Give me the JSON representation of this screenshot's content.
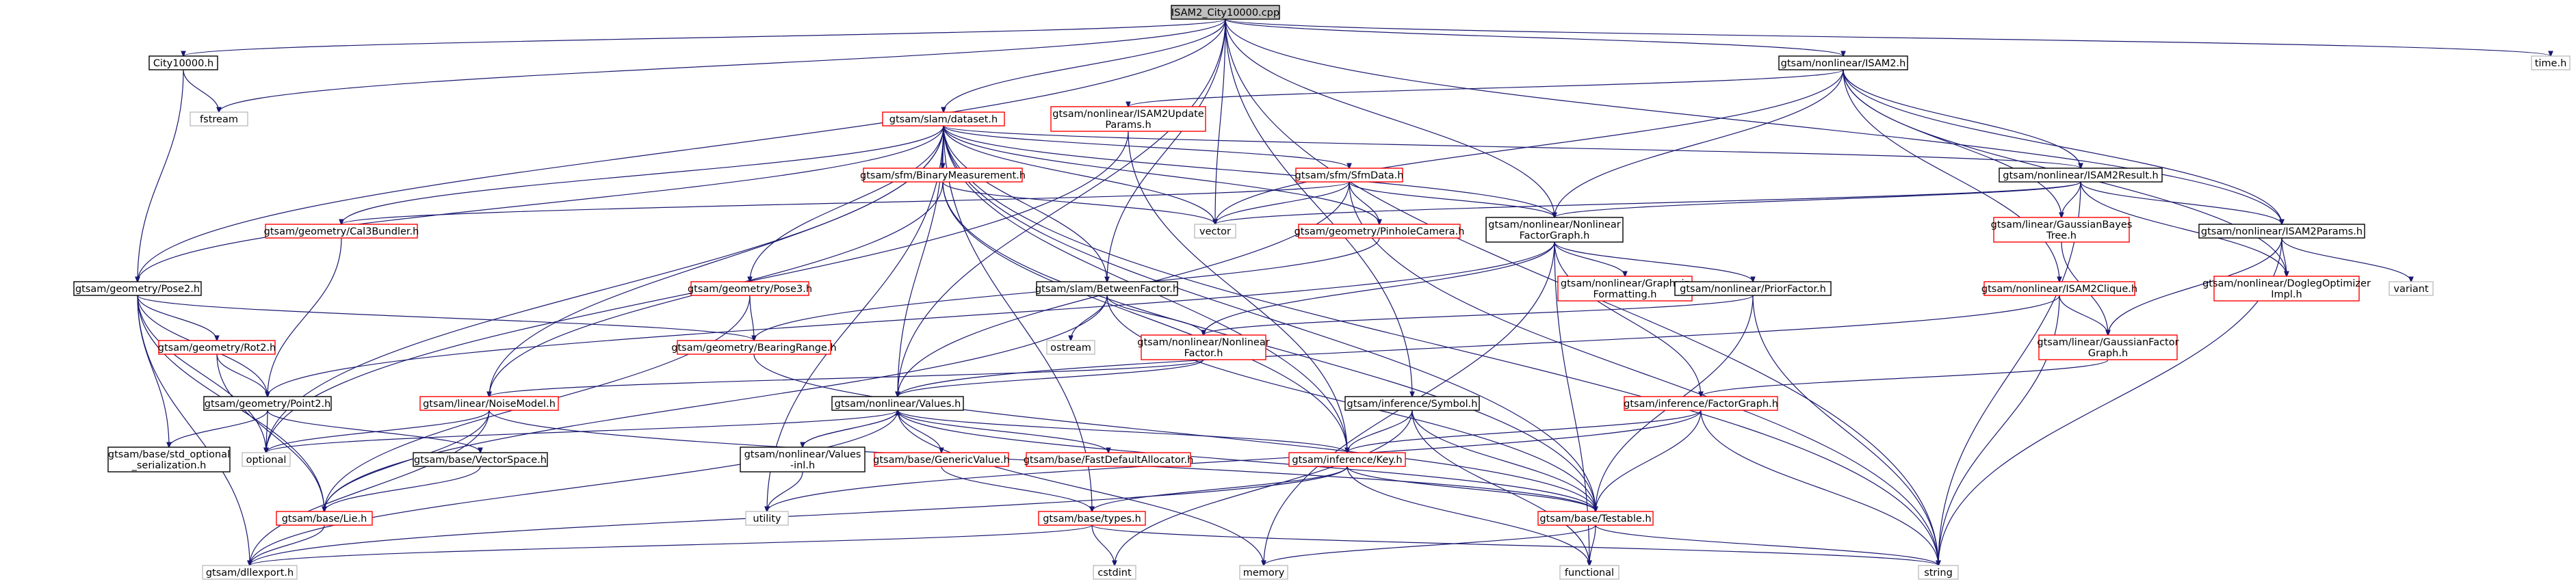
{
  "colors": {
    "edge": "#191970",
    "focus_fill": "#bfbfbf",
    "focus_border": "#000000",
    "documented_border": "#000000",
    "undocumented_border": "#bfbfbf",
    "red_border": "#ff0000",
    "node_fill": "#ffffff"
  },
  "nodes": [
    {
      "id": "root",
      "lines": [
        "ISAM2_City10000.cpp"
      ],
      "style": "focus"
    },
    {
      "id": "city",
      "lines": [
        "City10000.h"
      ],
      "style": "doc"
    },
    {
      "id": "fstream",
      "lines": [
        "fstream"
      ],
      "style": "plain"
    },
    {
      "id": "dataset",
      "lines": [
        "gtsam/slam/dataset.h"
      ],
      "style": "red"
    },
    {
      "id": "isam2",
      "lines": [
        "gtsam/nonlinear/ISAM2.h"
      ],
      "style": "doc"
    },
    {
      "id": "timeh",
      "lines": [
        "time.h"
      ],
      "style": "plain"
    },
    {
      "id": "updparams",
      "lines": [
        "gtsam/nonlinear/ISAM2Update",
        "Params.h"
      ],
      "style": "red"
    },
    {
      "id": "binmeas",
      "lines": [
        "gtsam/sfm/BinaryMeasurement.h"
      ],
      "style": "red"
    },
    {
      "id": "sfmdata",
      "lines": [
        "gtsam/sfm/SfmData.h"
      ],
      "style": "red"
    },
    {
      "id": "isam2result",
      "lines": [
        "gtsam/nonlinear/ISAM2Result.h"
      ],
      "style": "doc"
    },
    {
      "id": "cal3",
      "lines": [
        "gtsam/geometry/Cal3Bundler.h"
      ],
      "style": "red"
    },
    {
      "id": "vector",
      "lines": [
        "vector"
      ],
      "style": "plain"
    },
    {
      "id": "pinhole",
      "lines": [
        "gtsam/geometry/PinholeCamera.h"
      ],
      "style": "red"
    },
    {
      "id": "nfg",
      "lines": [
        "gtsam/nonlinear/Nonlinear",
        "FactorGraph.h"
      ],
      "style": "doc"
    },
    {
      "id": "gbt",
      "lines": [
        "gtsam/linear/GaussianBayes",
        "Tree.h"
      ],
      "style": "red"
    },
    {
      "id": "isam2params",
      "lines": [
        "gtsam/nonlinear/ISAM2Params.h"
      ],
      "style": "doc"
    },
    {
      "id": "pose2",
      "lines": [
        "gtsam/geometry/Pose2.h"
      ],
      "style": "doc"
    },
    {
      "id": "pose3",
      "lines": [
        "gtsam/geometry/Pose3.h"
      ],
      "style": "red"
    },
    {
      "id": "between",
      "lines": [
        "gtsam/slam/BetweenFactor.h"
      ],
      "style": "doc"
    },
    {
      "id": "graphviz",
      "lines": [
        "gtsam/nonlinear/Graphviz",
        "Formatting.h"
      ],
      "style": "red"
    },
    {
      "id": "prior",
      "lines": [
        "gtsam/nonlinear/PriorFactor.h"
      ],
      "style": "doc"
    },
    {
      "id": "isam2clique",
      "lines": [
        "gtsam/nonlinear/ISAM2Clique.h"
      ],
      "style": "red"
    },
    {
      "id": "dogleg",
      "lines": [
        "gtsam/nonlinear/DoglegOptimizer",
        "Impl.h"
      ],
      "style": "red"
    },
    {
      "id": "variant",
      "lines": [
        "variant"
      ],
      "style": "plain"
    },
    {
      "id": "rot2",
      "lines": [
        "gtsam/geometry/Rot2.h"
      ],
      "style": "red"
    },
    {
      "id": "bearing",
      "lines": [
        "gtsam/geometry/BearingRange.h"
      ],
      "style": "red"
    },
    {
      "id": "ostream",
      "lines": [
        "ostream"
      ],
      "style": "plain"
    },
    {
      "id": "nlfactor",
      "lines": [
        "gtsam/nonlinear/Nonlinear",
        "Factor.h"
      ],
      "style": "red"
    },
    {
      "id": "gfg",
      "lines": [
        "gtsam/linear/GaussianFactor",
        "Graph.h"
      ],
      "style": "red"
    },
    {
      "id": "point2",
      "lines": [
        "gtsam/geometry/Point2.h"
      ],
      "style": "doc"
    },
    {
      "id": "noisemodel",
      "lines": [
        "gtsam/linear/NoiseModel.h"
      ],
      "style": "red"
    },
    {
      "id": "values",
      "lines": [
        "gtsam/nonlinear/Values.h"
      ],
      "style": "doc"
    },
    {
      "id": "symbol",
      "lines": [
        "gtsam/inference/Symbol.h"
      ],
      "style": "doc"
    },
    {
      "id": "factorgraph",
      "lines": [
        "gtsam/inference/FactorGraph.h"
      ],
      "style": "red"
    },
    {
      "id": "stdopt",
      "lines": [
        "gtsam/base/std_optional",
        "_serialization.h"
      ],
      "style": "doc"
    },
    {
      "id": "optional",
      "lines": [
        "optional"
      ],
      "style": "plain"
    },
    {
      "id": "vectorspace",
      "lines": [
        "gtsam/base/VectorSpace.h"
      ],
      "style": "doc"
    },
    {
      "id": "valuesinl",
      "lines": [
        "gtsam/nonlinear/Values",
        "-inl.h"
      ],
      "style": "doc"
    },
    {
      "id": "genval",
      "lines": [
        "gtsam/base/GenericValue.h"
      ],
      "style": "red"
    },
    {
      "id": "fastalloc",
      "lines": [
        "gtsam/base/FastDefaultAllocator.h"
      ],
      "style": "red"
    },
    {
      "id": "key",
      "lines": [
        "gtsam/inference/Key.h"
      ],
      "style": "red"
    },
    {
      "id": "lie",
      "lines": [
        "gtsam/base/Lie.h"
      ],
      "style": "red"
    },
    {
      "id": "utility",
      "lines": [
        "utility"
      ],
      "style": "plain"
    },
    {
      "id": "types",
      "lines": [
        "gtsam/base/types.h"
      ],
      "style": "red"
    },
    {
      "id": "testable",
      "lines": [
        "gtsam/base/Testable.h"
      ],
      "style": "red"
    },
    {
      "id": "dllexport",
      "lines": [
        "gtsam/dllexport.h"
      ],
      "style": "plain"
    },
    {
      "id": "cstdint",
      "lines": [
        "cstdint"
      ],
      "style": "plain"
    },
    {
      "id": "memory",
      "lines": [
        "memory"
      ],
      "style": "plain"
    },
    {
      "id": "functional",
      "lines": [
        "functional"
      ],
      "style": "plain"
    },
    {
      "id": "string",
      "lines": [
        "string"
      ],
      "style": "plain"
    }
  ]
}
